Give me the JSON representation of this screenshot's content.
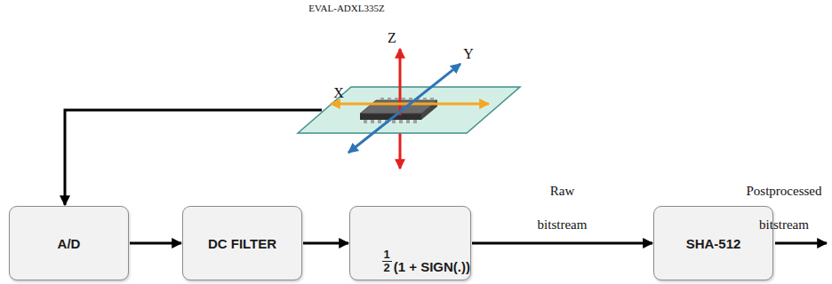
{
  "diagram": {
    "nodes": [
      {
        "text": [
          "A/D"
        ]
      },
      {
        "text": [
          "DC FILTER"
        ]
      },
      {
        "text": [
          "1",
          "2",
          "(1 + SIGN(.))"
        ]
      },
      {
        "text": [
          "SHA-512"
        ]
      }
    ],
    "edges": [
      {
        "from": 0,
        "to": 1,
        "arrow": "to"
      },
      {
        "from": 1,
        "to": 2,
        "arrow": "to"
      },
      {
        "from": 2,
        "to": 3,
        "label": "Raw bitstream",
        "arrow": "to"
      }
    ],
    "labels": [
      "EVAL-ADXL335Z",
      "Z",
      "Y",
      "X",
      "Postprocessed bitstream"
    ]
  }
}
